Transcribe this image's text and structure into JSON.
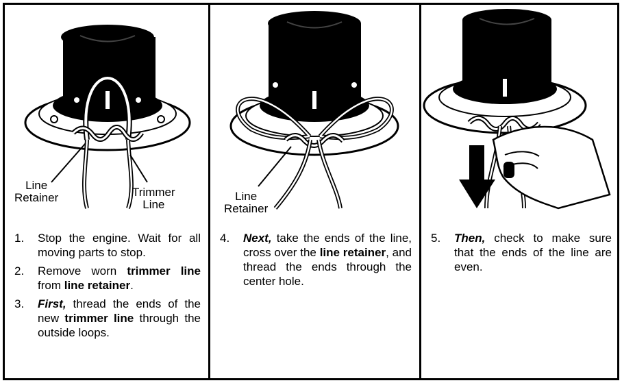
{
  "panels": [
    {
      "labels": {
        "left": "Line\nRetainer",
        "right": "Trimmer\nLine"
      },
      "steps": [
        {
          "num": "1.",
          "parts": [
            {
              "t": "Stop the engine. Wait for all moving parts to stop."
            }
          ]
        },
        {
          "num": "2.",
          "parts": [
            {
              "t": "Remove worn "
            },
            {
              "t": "trimmer line",
              "b": true
            },
            {
              "t": " from "
            },
            {
              "t": "line retainer",
              "b": true
            },
            {
              "t": "."
            }
          ]
        },
        {
          "num": "3.",
          "parts": [
            {
              "t": "First,",
              "bi": true
            },
            {
              "t": " thread the ends of the new "
            },
            {
              "t": "trimmer line",
              "b": true
            },
            {
              "t": " through the outside loops."
            }
          ]
        }
      ]
    },
    {
      "labels": {
        "left": "Line\nRetainer"
      },
      "steps": [
        {
          "num": "4.",
          "parts": [
            {
              "t": "Next,",
              "bi": true
            },
            {
              "t": " take the ends of the line, cross over the "
            },
            {
              "t": "line retainer",
              "b": true
            },
            {
              "t": ", and thread the ends through the center hole."
            }
          ]
        }
      ]
    },
    {
      "steps": [
        {
          "num": "5.",
          "parts": [
            {
              "t": "Then,",
              "bi": true
            },
            {
              "t": " check to make sure that the ends of the line are even."
            }
          ]
        }
      ]
    }
  ]
}
